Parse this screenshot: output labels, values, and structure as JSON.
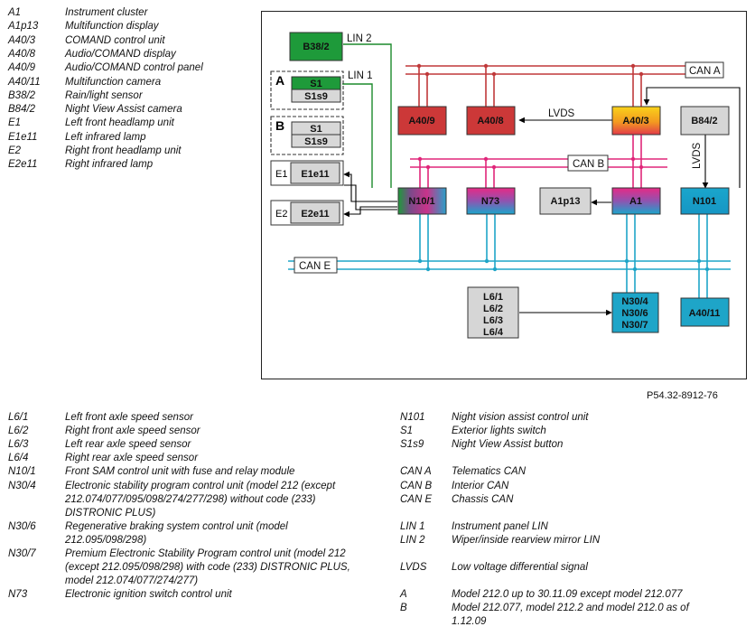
{
  "top_legend": [
    {
      "code": "A1",
      "desc": "Instrument cluster"
    },
    {
      "code": "A1p13",
      "desc": "Multifunction display"
    },
    {
      "code": "A40/3",
      "desc": "COMAND control unit"
    },
    {
      "code": "A40/8",
      "desc": "Audio/COMAND display"
    },
    {
      "code": "A40/9",
      "desc": "Audio/COMAND control panel"
    },
    {
      "code": "A40/11",
      "desc": "Multifunction camera"
    },
    {
      "code": "B38/2",
      "desc": "Rain/light sensor"
    },
    {
      "code": "B84/2",
      "desc": "Night View Assist camera"
    },
    {
      "code": "E1",
      "desc": "Left front headlamp unit"
    },
    {
      "code": "E1e11",
      "desc": "Left infrared lamp"
    },
    {
      "code": "E2",
      "desc": "Right front headlamp unit"
    },
    {
      "code": "E2e11",
      "desc": "Right infrared lamp"
    }
  ],
  "bottom_left_legend": [
    {
      "code": "L6/1",
      "desc": "Left front axle speed sensor",
      "line": 0
    },
    {
      "code": "L6/2",
      "desc": "Right front axle speed sensor",
      "line": 1
    },
    {
      "code": "L6/3",
      "desc": "Left rear axle speed sensor",
      "line": 2
    },
    {
      "code": "L6/4",
      "desc": "Right rear axle speed sensor",
      "line": 3
    },
    {
      "code": "N10/1",
      "desc": "Front SAM control unit with fuse and relay module",
      "line": 4
    },
    {
      "code": "N30/4",
      "desc": "Electronic stability program control unit (model 212 (except 212.074/077/095/098/274/277/298) without code (233) DISTRONIC PLUS)",
      "line": 5
    },
    {
      "code": "N30/6",
      "desc": "Regenerative braking system control unit (model 212.095/098/298)",
      "line": 8
    },
    {
      "code": "N30/7",
      "desc": "Premium Electronic Stability Program control unit (model 212 (except 212.095/098/298) with code (233) DISTRONIC PLUS, model 212.074/077/274/277)",
      "line": 10
    },
    {
      "code": "N73",
      "desc": "Electronic ignition switch control unit",
      "line": 13
    }
  ],
  "bottom_right_legend": [
    {
      "code": "N101",
      "desc": "Night vision assist control unit",
      "line": 0
    },
    {
      "code": "S1",
      "desc": "Exterior lights switch",
      "line": 1
    },
    {
      "code": "S1s9",
      "desc": "Night View Assist button",
      "line": 2
    },
    {
      "code": "CAN A",
      "desc": "Telematics CAN",
      "line": 4
    },
    {
      "code": "CAN B",
      "desc": "Interior CAN",
      "line": 5
    },
    {
      "code": "CAN E",
      "desc": "Chassis CAN",
      "line": 6
    },
    {
      "code": "LIN 1",
      "desc": "Instrument panel LIN",
      "line": 8
    },
    {
      "code": "LIN 2",
      "desc": "Wiper/inside rearview mirror LIN",
      "line": 9
    },
    {
      "code": "LVDS",
      "desc": "Low voltage differential signal",
      "line": 11
    },
    {
      "code": "A",
      "desc": "Model 212.0 up to 30.11.09 except model 212.077",
      "line": 13
    },
    {
      "code": "B",
      "desc": "Model 212.077, model 212.2 and model 212.0 as of 1.12.09",
      "line": 14
    }
  ],
  "reference": "P54.32-8912-76",
  "diagram": {
    "bus_labels": {
      "can_a": "CAN A",
      "can_b": "CAN B",
      "can_e": "CAN E",
      "lin1": "LIN 1",
      "lin2": "LIN 2",
      "lvds_h": "LVDS",
      "lvds_v": "LVDS"
    },
    "groups": {
      "a": "A",
      "b": "B",
      "e1": "E1",
      "e2": "E2"
    },
    "nodes": {
      "b38_2": "B38/2",
      "a_s1": "S1",
      "a_s1s9": "S1s9",
      "b_s1": "S1",
      "b_s1s9": "S1s9",
      "a40_9": "A40/9",
      "a40_8": "A40/8",
      "a40_3": "A40/3",
      "b84_2": "B84/2",
      "e1e11": "E1e11",
      "e2e11": "E2e11",
      "n10_1": "N10/1",
      "n73": "N73",
      "a1p13": "A1p13",
      "a1": "A1",
      "n101": "N101",
      "l6": [
        "L6/1",
        "L6/2",
        "L6/3",
        "L6/4"
      ],
      "n30": [
        "N30/4",
        "N30/6",
        "N30/7"
      ],
      "a40_11": "A40/11"
    },
    "colors": {
      "can_a": "#c0393a",
      "can_b": "#e0267a",
      "can_e": "#1ea5c8",
      "lin": "#1c8a2c",
      "green_box": "#1e9a3a",
      "red_box": "#cc3838",
      "gray_box": "#d6d6d6",
      "blue_box": "#1ea5c8",
      "orange_top": "#f7c51a",
      "orange_bottom": "#e8484a"
    }
  }
}
